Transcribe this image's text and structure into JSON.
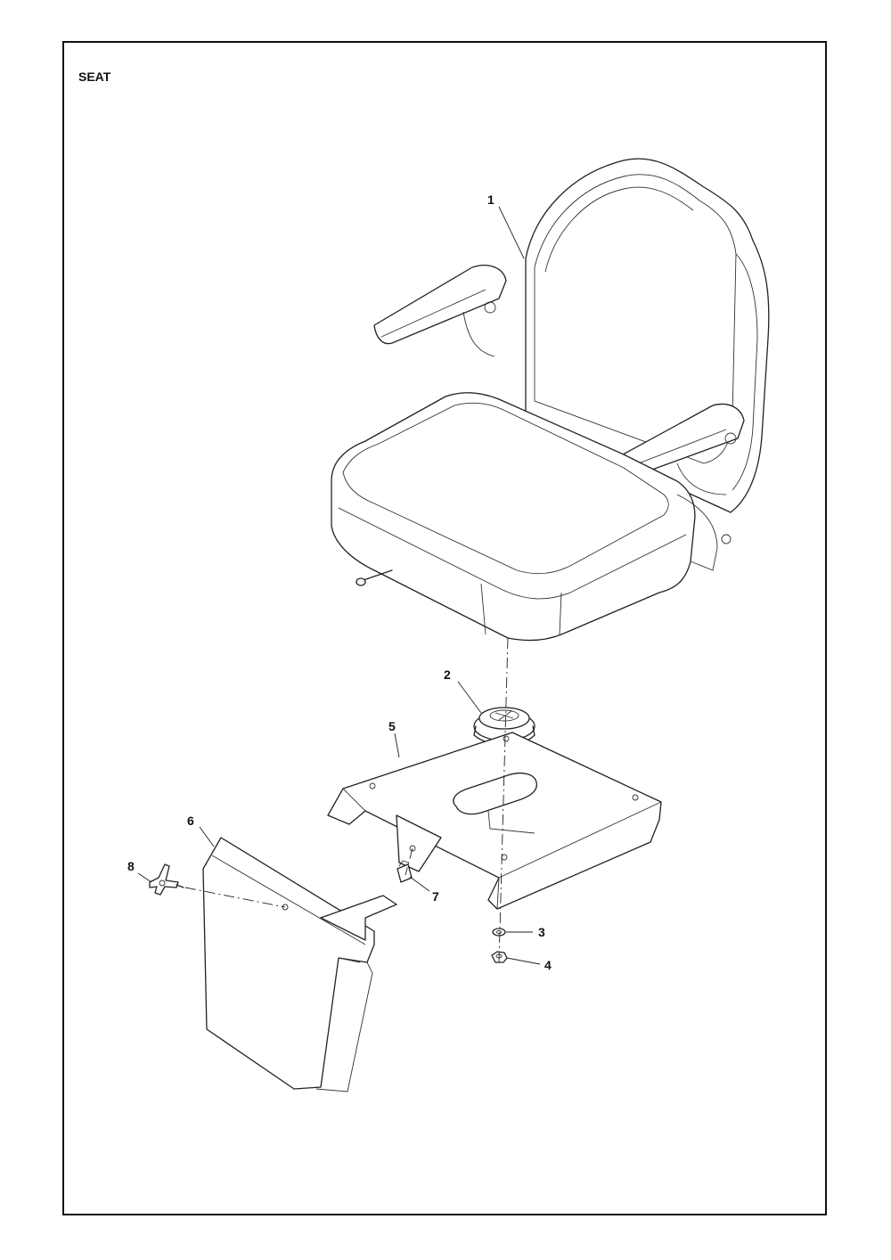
{
  "title": "SEAT",
  "callouts": [
    {
      "id": "1",
      "label": "1"
    },
    {
      "id": "2",
      "label": "2"
    },
    {
      "id": "3",
      "label": "3"
    },
    {
      "id": "4",
      "label": "4"
    },
    {
      "id": "5",
      "label": "5"
    },
    {
      "id": "6",
      "label": "6"
    },
    {
      "id": "7",
      "label": "7"
    },
    {
      "id": "8",
      "label": "8"
    }
  ]
}
